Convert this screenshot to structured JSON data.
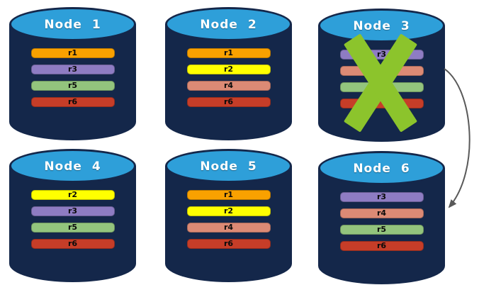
{
  "diagram": {
    "description": "Replica placement across six database nodes; Node 3 is crossed out and an arrow points to Node 6",
    "colors": {
      "cylinder_body": "#14274A",
      "cylinder_top": "#2E9FD9",
      "failure_x": "#8CC42C",
      "arrow": "#595959",
      "title_text": "#FFFFFF",
      "bar_text": "#0A0A0A"
    }
  },
  "nodes": [
    {
      "id": "node-1",
      "title": "Node 1",
      "failed": false,
      "replicas": [
        {
          "label": "r1",
          "color": "#F9A100"
        },
        {
          "label": "r3",
          "color": "#8E7CC3"
        },
        {
          "label": "r5",
          "color": "#93C47D"
        },
        {
          "label": "r6",
          "color": "#C63D28"
        }
      ]
    },
    {
      "id": "node-2",
      "title": "Node 2",
      "failed": false,
      "replicas": [
        {
          "label": "r1",
          "color": "#F9A100"
        },
        {
          "label": "r2",
          "color": "#FFFF00"
        },
        {
          "label": "r4",
          "color": "#DC8A75"
        },
        {
          "label": "r6",
          "color": "#C63D28"
        }
      ]
    },
    {
      "id": "node-3",
      "title": "Node 3",
      "failed": true,
      "replicas": [
        {
          "label": "r3",
          "color": "#8E7CC3"
        },
        {
          "label": "",
          "color": "#DC8A75"
        },
        {
          "label": "",
          "color": "#93C47D"
        },
        {
          "label": "",
          "color": "#C63D28"
        }
      ]
    },
    {
      "id": "node-4",
      "title": "Node 4",
      "failed": false,
      "replicas": [
        {
          "label": "r2",
          "color": "#FFFF00"
        },
        {
          "label": "r3",
          "color": "#8E7CC3"
        },
        {
          "label": "r5",
          "color": "#93C47D"
        },
        {
          "label": "r6",
          "color": "#C63D28"
        }
      ]
    },
    {
      "id": "node-5",
      "title": "Node 5",
      "failed": false,
      "replicas": [
        {
          "label": "r1",
          "color": "#F9A100"
        },
        {
          "label": "r2",
          "color": "#FFFF00"
        },
        {
          "label": "r4",
          "color": "#DC8A75"
        },
        {
          "label": "r6",
          "color": "#C63D28"
        }
      ]
    },
    {
      "id": "node-6",
      "title": "Node 6",
      "failed": false,
      "replicas": [
        {
          "label": "r3",
          "color": "#8E7CC3"
        },
        {
          "label": "r4",
          "color": "#DC8A75"
        },
        {
          "label": "r5",
          "color": "#93C47D"
        },
        {
          "label": "r6",
          "color": "#C63D28"
        }
      ]
    }
  ],
  "arrow": {
    "from": "Node 3",
    "to": "Node 6",
    "shape": "curved-right",
    "color": "#595959"
  },
  "x_mark": {
    "node": "Node 3",
    "color": "#8CC42C"
  }
}
